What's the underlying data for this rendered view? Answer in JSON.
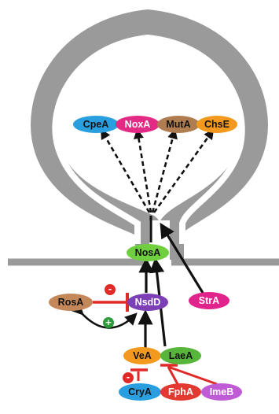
{
  "nodes": [
    {
      "id": "cpea",
      "label": "CpeA",
      "color": "#2a9fe0",
      "text_color": "#111111"
    },
    {
      "id": "noxa",
      "label": "NoxA",
      "color": "#e32b86",
      "text_color": "#ffffff"
    },
    {
      "id": "muta",
      "label": "MutA",
      "color": "#b07d50",
      "text_color": "#111111"
    },
    {
      "id": "chse",
      "label": "ChsE",
      "color": "#f39a1e",
      "text_color": "#111111"
    },
    {
      "id": "nosa",
      "label": "NosA",
      "color": "#6fcf3e",
      "text_color": "#111111"
    },
    {
      "id": "rosa",
      "label": "RosA",
      "color": "#c4875a",
      "text_color": "#111111"
    },
    {
      "id": "nsdd",
      "label": "NsdD",
      "color": "#7c3fb5",
      "text_color": "#ffffff"
    },
    {
      "id": "stra",
      "label": "StrA",
      "color": "#e0248c",
      "text_color": "#ffffff"
    },
    {
      "id": "vea",
      "label": "VeA",
      "color": "#f39a1e",
      "text_color": "#111111"
    },
    {
      "id": "laea",
      "label": "LaeA",
      "color": "#56b53a",
      "text_color": "#111111"
    },
    {
      "id": "crya",
      "label": "CryA",
      "color": "#2a9fe0",
      "text_color": "#111111"
    },
    {
      "id": "fpha",
      "label": "FphA",
      "color": "#e23a30",
      "text_color": "#ffffff"
    },
    {
      "id": "imeb",
      "label": "ImeB",
      "color": "#c05bd6",
      "text_color": "#ffffff"
    }
  ],
  "symbols": {
    "negative": "-",
    "positive": "+"
  },
  "colors": {
    "cell_outline": "#9a9a9a",
    "activation_arrow": "#111111",
    "inhibition": "#e02a28",
    "positive_loop": "#2e9a3a"
  }
}
